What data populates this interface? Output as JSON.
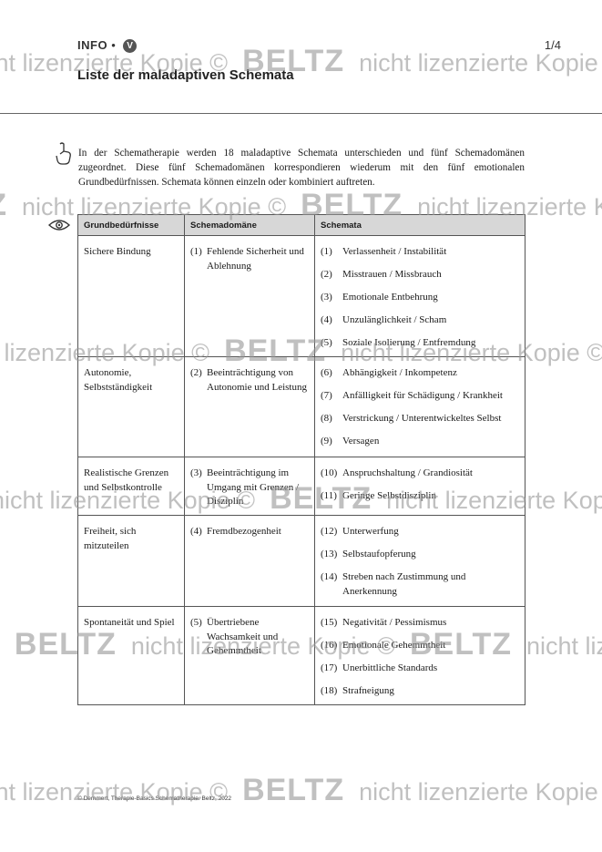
{
  "header": {
    "section_label": "INFO",
    "bullet": "•",
    "badge": "V",
    "page_number": "1/4",
    "title": "Liste der maladaptiven Schemata"
  },
  "intro": {
    "text": "In der Schematherapie werden 18 maladaptive Schemata unterschieden und fünf Schemadomänen zugeordnet. Diese fünf Schemadomänen korrespondieren wiederum mit den fünf emotionalen Grundbedürfnissen. Schemata können einzeln oder kombiniert auftreten.",
    "icon": "hand-pointer-icon"
  },
  "table": {
    "icon": "eye-icon",
    "headers": [
      "Grundbedürfnisse",
      "Schemadomäne",
      "Schemata"
    ],
    "rows": [
      {
        "need": "Sichere Bindung",
        "domain_num": "(1)",
        "domain": "Fehlende Sicherheit und Ablehnung",
        "schemas": [
          {
            "num": "(1)",
            "text": "Verlassenheit / Instabilität"
          },
          {
            "num": "(2)",
            "text": "Misstrauen / Missbrauch"
          },
          {
            "num": "(3)",
            "text": "Emotionale Entbehrung"
          },
          {
            "num": "(4)",
            "text": "Unzulänglichkeit / Scham"
          },
          {
            "num": "(5)",
            "text": "Soziale Isolierung / Entfremdung"
          }
        ]
      },
      {
        "need": "Autonomie, Selbstständigkeit",
        "domain_num": "(2)",
        "domain": "Beeinträchtigung von Autonomie und Leistung",
        "schemas": [
          {
            "num": "(6)",
            "text": "Abhängigkeit / Inkompetenz"
          },
          {
            "num": "(7)",
            "text": "Anfälligkeit für Schädigung / Krankheit"
          },
          {
            "num": "(8)",
            "text": "Verstrickung / Unterentwickeltes Selbst"
          },
          {
            "num": "(9)",
            "text": "Versagen"
          }
        ]
      },
      {
        "need": "Realistische Grenzen und Selbstkontrolle",
        "domain_num": "(3)",
        "domain": "Beeinträchtigung im Umgang mit Grenzen / Disziplin",
        "schemas": [
          {
            "num": "(10)",
            "text": "Anspruchshaltung / Grandiosität"
          },
          {
            "num": "(11)",
            "text": "Geringe Selbstdisziplin"
          }
        ]
      },
      {
        "need": "Freiheit, sich mitzuteilen",
        "domain_num": "(4)",
        "domain": "Fremdbezogenheit",
        "schemas": [
          {
            "num": "(12)",
            "text": "Unterwerfung"
          },
          {
            "num": "(13)",
            "text": "Selbstaufopferung"
          },
          {
            "num": "(14)",
            "text": "Streben nach Zustimmung und Anerkennung"
          }
        ]
      },
      {
        "need": "Spontaneität und Spiel",
        "domain_num": "(5)",
        "domain": "Übertriebene Wachsamkeit und Gehemmtheit",
        "schemas": [
          {
            "num": "(15)",
            "text": "Negativität / Pessimismus"
          },
          {
            "num": "(16)",
            "text": "Emotionale Gehemmtheit"
          },
          {
            "num": "(17)",
            "text": "Unerbittliche Standards"
          },
          {
            "num": "(18)",
            "text": "Strafneigung"
          }
        ]
      }
    ]
  },
  "footer": {
    "text": "© Demmert, Therapie-Basics Schematherapie. Beltz, 2022"
  },
  "watermark": {
    "copy_symbol": "©",
    "brand": "BELTZ",
    "text": "nicht lizenzierte Kopie"
  }
}
